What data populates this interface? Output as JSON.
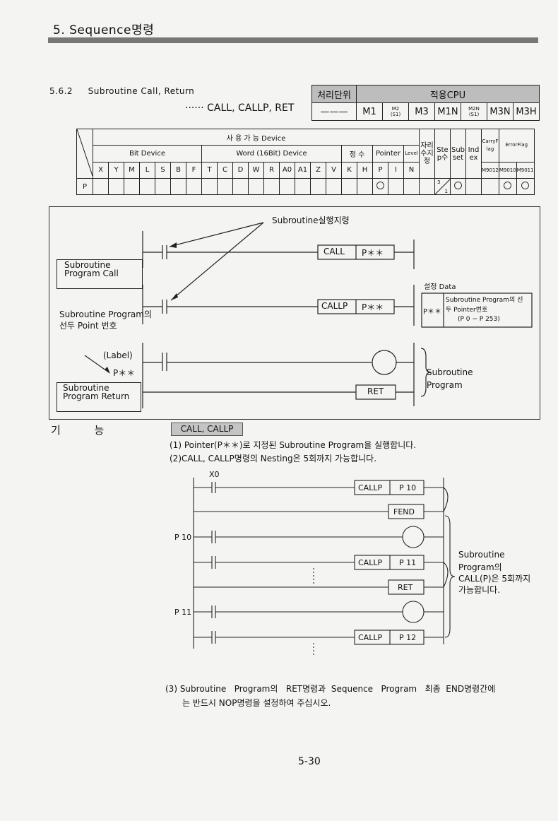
{
  "header": {
    "title": "5. Sequence명령"
  },
  "section": {
    "number": "5.6.2",
    "title": "Subroutine Call, Return",
    "instructions": "······ CALL, CALLP, RET"
  },
  "cpu_table": {
    "processing_unit_label": "처리단위",
    "applicable_cpu_label": "적용CPU",
    "dash": "———",
    "models": [
      "M1",
      "M2",
      "(S1)",
      "M3",
      "M1N",
      "M2N",
      "(S1)",
      "M3N",
      "M3H"
    ]
  },
  "device_table": {
    "usable_device": "사 용 가 능 Device",
    "bit_device": "Bit Device",
    "word_device": "Word (16Bit) Device",
    "constant": "정 수",
    "pointer": "Pointer",
    "level": "Level",
    "digit_spec": "자리수지정",
    "steps": "Step수",
    "subset": "Subset",
    "index": "Index",
    "carry_flag": "CarryFlag",
    "error_flag": "ErrorFlag",
    "bit_cols": [
      "X",
      "Y",
      "M",
      "L",
      "S",
      "B",
      "F"
    ],
    "word_cols": [
      "T",
      "C",
      "D",
      "W",
      "R",
      "A0",
      "A1",
      "Z",
      "V"
    ],
    "const_cols": [
      "K",
      "H"
    ],
    "pointer_cols": [
      "P",
      "I"
    ],
    "level_cols": [
      "N"
    ],
    "specials": [
      "M9012",
      "M9010",
      "M9011"
    ],
    "row_label": "P",
    "mark": "○",
    "step_top": "3",
    "step_bottom": "1"
  },
  "figure1": {
    "exec_label": "Subroutine실행지령",
    "call": "CALL",
    "callp": "CALLP",
    "operand": "P＊＊",
    "box_call": "Subroutine Program Call",
    "box_return": "Subroutine Program Return",
    "head_label_1": "Subroutine Program의",
    "head_label_2": "선두 Point 번호",
    "head_label_3": "(Label)",
    "ret": "RET",
    "program_label_1": "Subroutine",
    "program_label_2": "Program",
    "setting_title": "설정 Data",
    "setting_key": "P＊＊",
    "setting_desc_1": "Subroutine Program의 선",
    "setting_desc_2": "두 Pointer번호",
    "setting_range": "(P 0 ~ P 253)"
  },
  "function": {
    "heading": "기          능",
    "tag": "CALL, CALLP",
    "items": [
      "(1) Pointer(P＊＊)로 지정된 Subroutine Program을 실행합니다.",
      "(2)CALL, CALLP명령의 Nesting은 5회까지 가능합니다."
    ],
    "note_1": "(3) Subroutine   Program의   RET명령과  Sequence   Program   최종  END명령간에",
    "note_2": "는 반드시 NOP명령을 설정하여 주십시오."
  },
  "figure2": {
    "x0": "X0",
    "callp": "CALLP",
    "p10": "P 10",
    "p11": "P 11",
    "p12": "P 12",
    "fend": "FEND",
    "ret": "RET",
    "label_p10": "P 10",
    "label_p11": "P 11",
    "note_1": "Subroutine",
    "note_2": "Program의",
    "note_3": "CALL(P)은  5회까지",
    "note_4": "가능합니다."
  },
  "page_number": "5-30"
}
